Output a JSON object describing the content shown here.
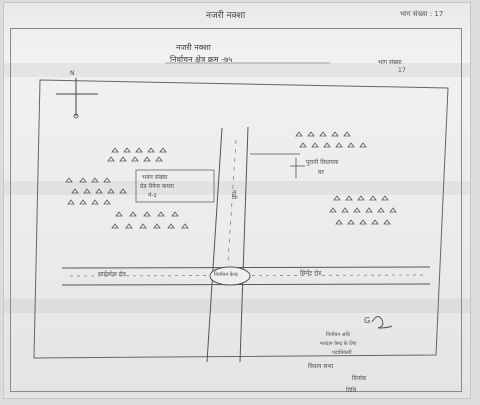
{
  "header": {
    "title": "नजरी नक्शा",
    "page_number": "भाग संख्या : 17"
  },
  "map": {
    "title": "नजरी नक्शा",
    "subtitle": "निर्वाचन क्षेत्र क्रम -७५",
    "part_label": "भाग संख्या",
    "part_number": "17",
    "north_label": "N",
    "main_road_left_label": "साईकोल रोड",
    "main_road_right_label": "सिमेंट रोड",
    "circle_label": "निर्वाचन केन्द्र",
    "polling_box_line1": "भवन संख्या",
    "polling_box_line2": "ग्रेड मैनेज कमरा",
    "polling_box_line3": "नं-३",
    "right_landmark_label": "पुरानी विधायक",
    "right_landmark_sub": "घर",
    "vertical_road_label": "गली",
    "symbol_label": "G",
    "sign_line1": "निर्वाचन अधि",
    "sign_line2": "मतदान केन्द्र के लिए",
    "sign_line3": "पदाधिकारी",
    "sign_line4": "विधान सभा",
    "sign_line5": "दिनांक",
    "sign_line6": "तिथि"
  }
}
